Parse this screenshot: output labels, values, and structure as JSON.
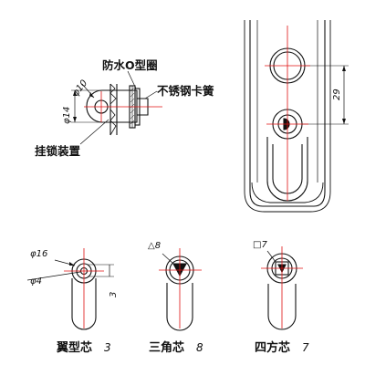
{
  "callouts": {
    "waterproof_o_ring": "防水O型圈",
    "stainless_clip": "不锈钢卡簧",
    "padlock_device": "挂锁装置"
  },
  "dimensions": {
    "lock_dia_10": "φ10",
    "lock_dia_14": "φ14",
    "handle_spacing": "29",
    "wing_dia_16": "φ16",
    "wing_dia_4": "φ4",
    "wing_width": "3",
    "triangle_size": "△8",
    "square_size": "□7"
  },
  "cores": [
    {
      "name": "翼型芯",
      "size": "3"
    },
    {
      "name": "三角芯",
      "size": "8"
    },
    {
      "name": "四方芯",
      "size": "7"
    }
  ],
  "colors": {
    "line": "#111111",
    "centerline": "#e01010"
  }
}
